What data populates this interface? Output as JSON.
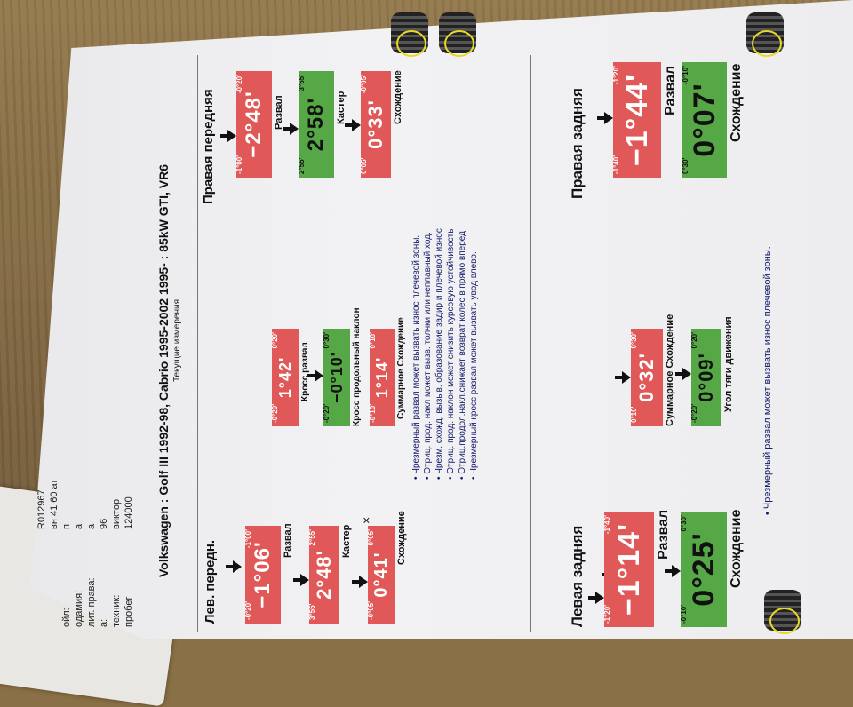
{
  "header": {
    "rows": [
      {
        "label": "",
        "value": "R012967"
      },
      {
        "label": "",
        "value": "вн 41 60 ат"
      },
      {
        "label": "ойл:",
        "value": "п"
      },
      {
        "label": "одамия:",
        "value": "а"
      },
      {
        "label": "лит. права:",
        "value": "а"
      },
      {
        "label": "а:",
        "value": "96"
      },
      {
        "label": "техник:",
        "value": "виктор"
      },
      {
        "label": "пробег",
        "value": "124000"
      }
    ],
    "title": "Volkswagen : Golf III 1992-98, Cabrio 1995-2002 1995- : 85kW GTI, VR6",
    "subtitle": "Текущие измерения"
  },
  "front_left": {
    "title": "Лев. передн.",
    "camber": {
      "label": "Развал",
      "value": "−1°06'",
      "lo": "-0°20'",
      "hi": "-1°00'"
    },
    "caster": {
      "label": "Кастер",
      "value": "2°48'",
      "lo": "3°55'",
      "hi": "2°55'"
    },
    "toe": {
      "label": "Схождение",
      "value": "0°41'",
      "lo": "-0°05'",
      "hi": "0°05'"
    }
  },
  "front_center": {
    "cross_camber": {
      "label": "Кросс развал",
      "value": "1°42'",
      "lo": "-0°20'",
      "hi": "0°20'"
    },
    "cross_caster": {
      "label": "Кросс продольный наклон",
      "value": "−0°10'",
      "lo": "-0°20'",
      "hi": "0°30'"
    },
    "total_toe": {
      "label": "Суммарное Схождение",
      "value": "1°14'",
      "lo": "-0°10'",
      "hi": "0°10'"
    }
  },
  "front_right": {
    "title": "Правая передняя",
    "camber": {
      "label": "Развал",
      "value": "−2°48'",
      "lo": "-1°00'",
      "hi": "-0°20'"
    },
    "caster": {
      "label": "Кастер",
      "value": "2°58'",
      "lo": "2°55'",
      "hi": "3°55'"
    },
    "toe": {
      "label": "Схождение",
      "value": "0°33'",
      "lo": "0°05'",
      "hi": "-0°05'"
    }
  },
  "front_notes": [
    "Чрезмерный развал может вызвать износ  плечевой зоны.",
    "Отриц. прод. накл может вызв. толчки или неплавный ход.",
    "Чрезм. схожд. вызыв. образование задир и плечевой износ",
    "Отриц. прод. наклон может снизить курсовую устойчивость",
    "Отриц.продол.накл.снижает возврат колес в прямо вперед",
    "Чрезмерный кросс развал может вызвать увод влево."
  ],
  "rear_left": {
    "title": "Левая задняя",
    "camber": {
      "label": "Развал",
      "value": "−1°14'",
      "lo": "-1°20'",
      "hi": "-1°40'"
    },
    "toe": {
      "label": "Схождение",
      "value": "0°25'",
      "lo": "-0°10'",
      "hi": "0°30'"
    }
  },
  "rear_center": {
    "total_toe": {
      "label": "Суммарное Схождение",
      "value": "0°32'",
      "lo": "0°10'",
      "hi": "0°30'"
    },
    "thrust": {
      "label": "Угол тяги движения",
      "value": "0°09'",
      "lo": "-0°20'",
      "hi": "0°20'"
    }
  },
  "rear_right": {
    "title": "Правая задняя",
    "camber": {
      "label": "Развал",
      "value": "−1°44'",
      "lo": "-1°40'",
      "hi": "-1°20'"
    },
    "toe": {
      "label": "Схождение",
      "value": "0°07'",
      "lo": "0°30'",
      "hi": "-0°10'"
    }
  },
  "rear_note": "Чрезмерный развал может вызвать износ  плечевой зоны.",
  "colors": {
    "red": "#e05858",
    "green": "#55a845"
  },
  "icons": {
    "x_mark": "×"
  }
}
